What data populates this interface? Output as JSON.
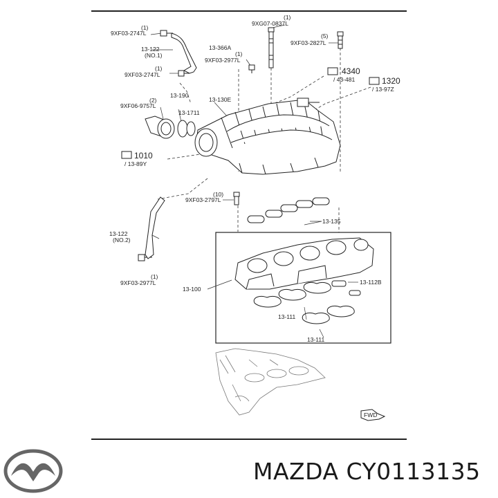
{
  "diagram": {
    "labels": {
      "bolt_top_left": "9XF03-2747L",
      "bolt_top_left_qty": "(1)",
      "bracket_no1": "13-122",
      "bracket_no1_sub": "(NO.1)",
      "bolt_mid_left": "9XF03-2747L",
      "bolt_mid_left_qty": "(1)",
      "stud_top": "9XG07-0837L",
      "stud_top_qty": "(1)",
      "part_366a": "13-366A",
      "bolt_366a": "9XF03-2977L",
      "bolt_366a_qty": "(1)",
      "bolt_right": "9XF03-2827L",
      "bolt_right_qty": "(5)",
      "ref_4340": "4340",
      "ref_4340_sub": "/ 43-481",
      "ref_1320": "1320",
      "ref_1320_sub": "/ 13-97Z",
      "part_190": "13-190",
      "bolt_9757": "9XF06-9757L",
      "bolt_9757_qty": "(2)",
      "part_1711": "13-1711",
      "part_130e": "13-130E",
      "ref_1010": "1010",
      "ref_1010_sub": "/ 13-89Y",
      "bolt_2797": "9XF03-2797L",
      "bolt_2797_qty": "(10)",
      "part_135": "13-135",
      "bracket_no2": "13-122",
      "bracket_no2_sub": "(NO.2)",
      "bolt_bottom_left": "9XF03-2977L",
      "bolt_bottom_left_qty": "(1)",
      "part_100": "13-100",
      "part_112b": "13-112B",
      "part_111_a": "13-111",
      "part_111_b": "13-111",
      "fwd": "FWD"
    }
  },
  "footer": {
    "brand": "MAZDA",
    "part_number": "CY0113135",
    "caption": "MAZDA CY0113135"
  }
}
